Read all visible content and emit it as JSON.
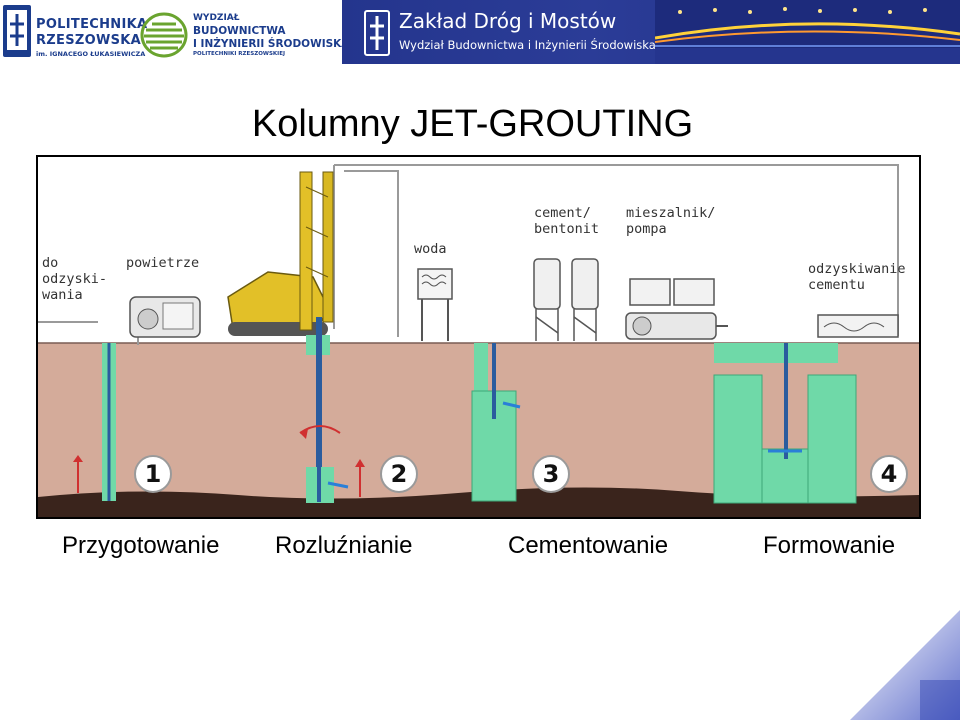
{
  "header": {
    "university_line1": "POLITECHNIKA",
    "university_line2": "RZESZOWSKA",
    "university_line3": "im. IGNACEGO ŁUKASIEWICZA",
    "faculty_line1": "WYDZIAŁ",
    "faculty_line2": "BUDOWNICTWA",
    "faculty_line3": "I INŻYNIERII ŚRODOWISKA",
    "faculty_line4": "POLITECHNIKI RZESZOWSKIEJ",
    "banner_title": "Zakład Dróg i Mostów",
    "banner_subtitle": "Wydział Budownictwa i Inżynierii Środowiska"
  },
  "slide_title": "Kolumny JET-GROUTING",
  "diagram": {
    "labels": {
      "do_odzyskiwania": "do\nodzyski-\nwania",
      "powietrze": "powietrze",
      "woda": "woda",
      "cement": "cement/\nbentonit",
      "mieszalnik": "mieszalnik/\npompa",
      "odzyskiwanie": "odzyskiwanie\ncementu"
    },
    "step_numbers": [
      "1",
      "2",
      "3",
      "4"
    ],
    "colors": {
      "soil": "#d4ab9a",
      "column": "#6fd9a8",
      "bedrock": "#3a241c",
      "grass": "#4a8f3a"
    }
  },
  "captions": [
    "Przygotowanie",
    "Rozluźnianie",
    "Cementowanie",
    "Formowanie"
  ]
}
